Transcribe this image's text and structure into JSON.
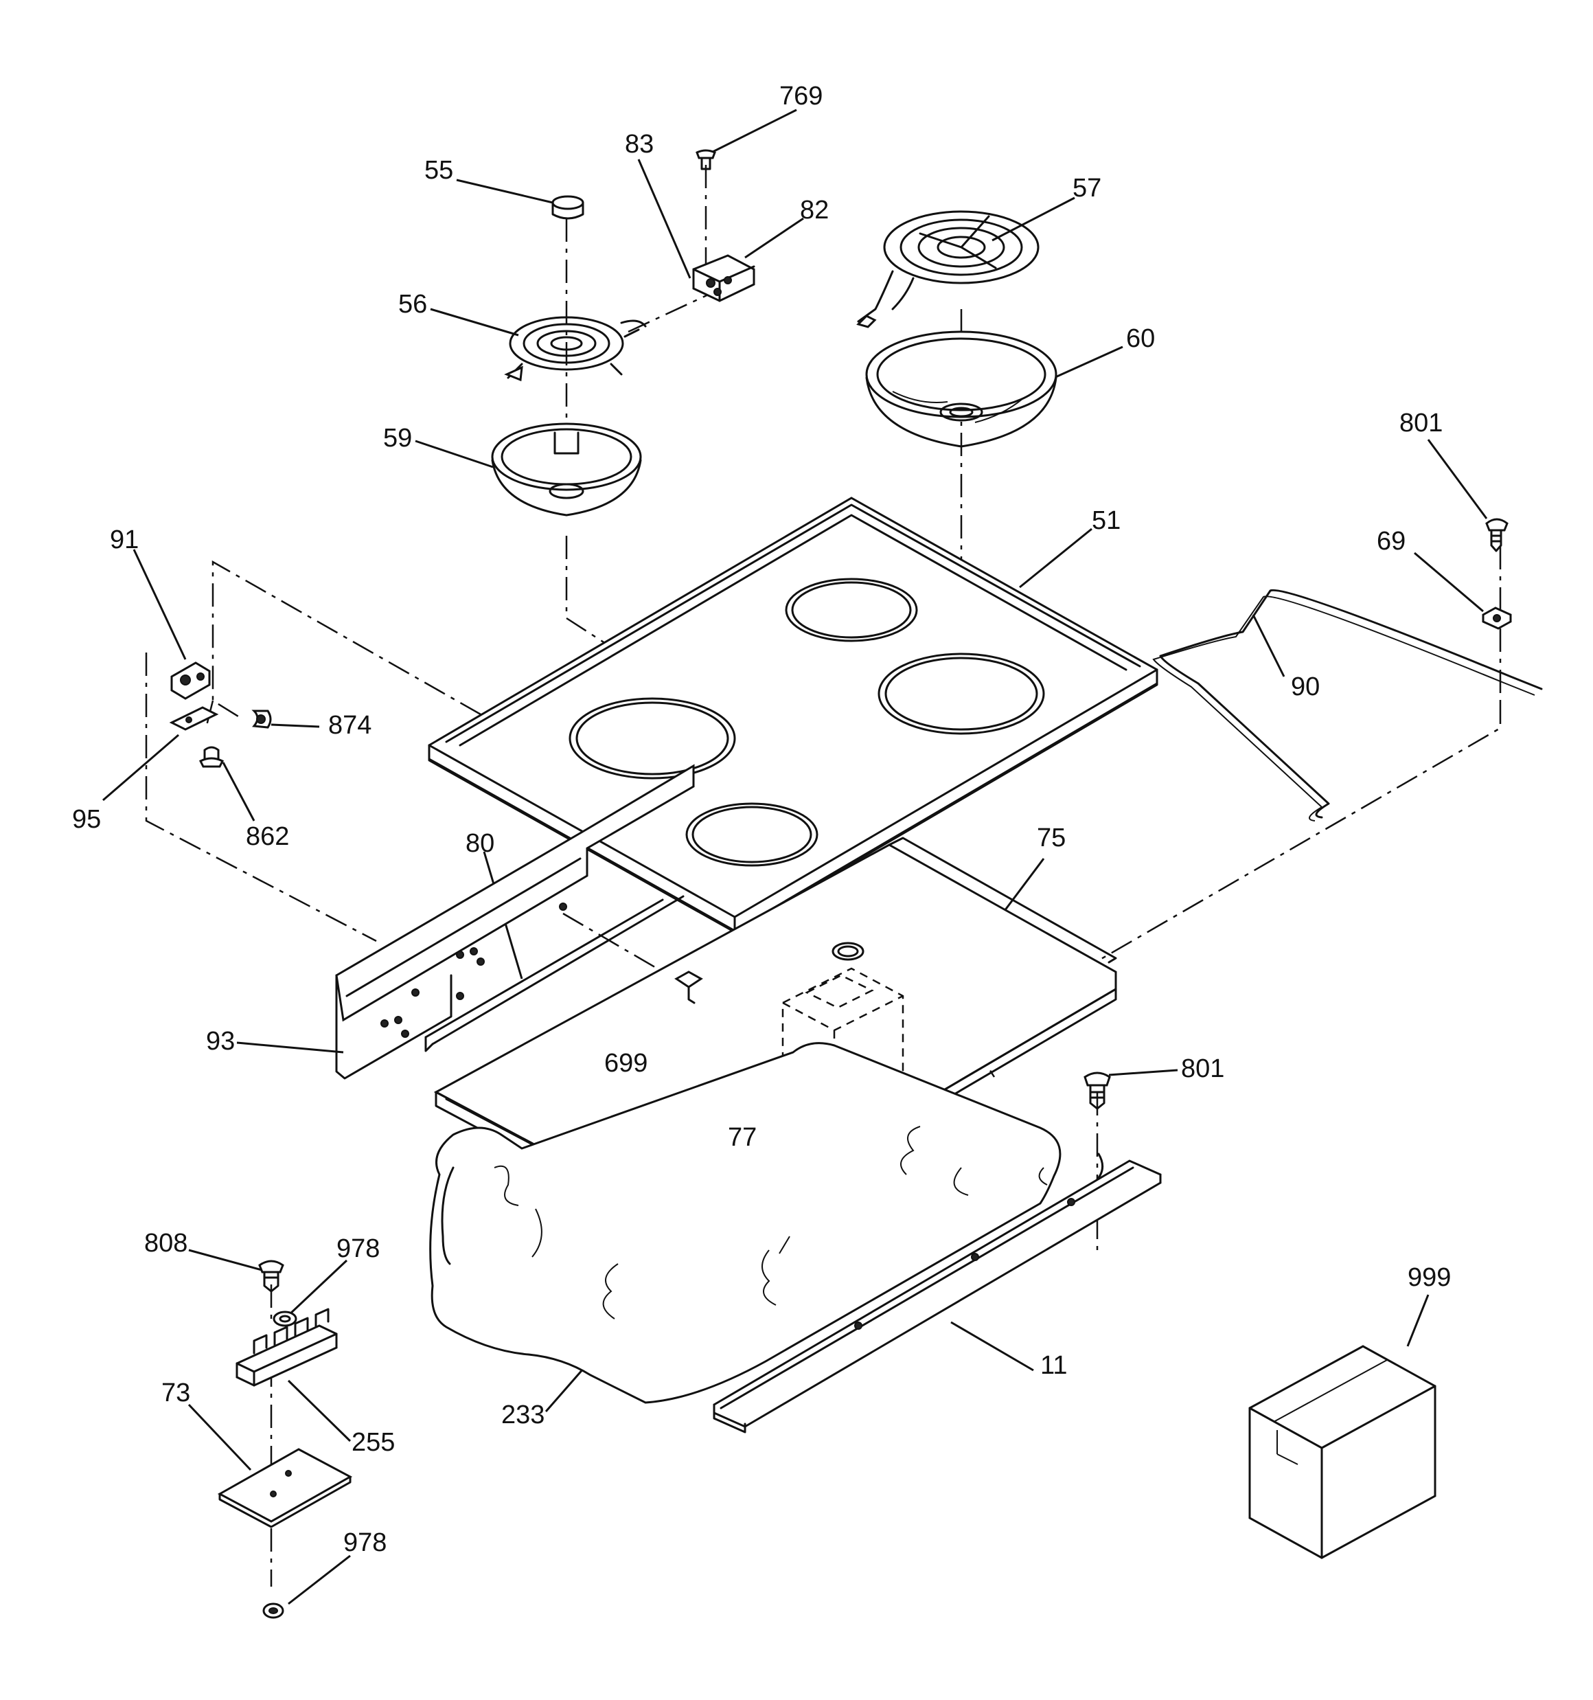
{
  "parts": [
    {
      "ref": "p769",
      "label": "769"
    },
    {
      "ref": "p83",
      "label": "83"
    },
    {
      "ref": "p55",
      "label": "55"
    },
    {
      "ref": "p82",
      "label": "82"
    },
    {
      "ref": "p57",
      "label": "57"
    },
    {
      "ref": "p56",
      "label": "56"
    },
    {
      "ref": "p60",
      "label": "60"
    },
    {
      "ref": "p59",
      "label": "59"
    },
    {
      "ref": "p801a",
      "label": "801"
    },
    {
      "ref": "p51",
      "label": "51"
    },
    {
      "ref": "p91",
      "label": "91"
    },
    {
      "ref": "p69",
      "label": "69"
    },
    {
      "ref": "p90",
      "label": "90"
    },
    {
      "ref": "p874",
      "label": "874"
    },
    {
      "ref": "p95",
      "label": "95"
    },
    {
      "ref": "p862",
      "label": "862"
    },
    {
      "ref": "p80",
      "label": "80"
    },
    {
      "ref": "p75",
      "label": "75"
    },
    {
      "ref": "p93",
      "label": "93"
    },
    {
      "ref": "p699",
      "label": "699"
    },
    {
      "ref": "p801b",
      "label": "801"
    },
    {
      "ref": "p77",
      "label": "77"
    },
    {
      "ref": "p808",
      "label": "808"
    },
    {
      "ref": "p978a",
      "label": "978"
    },
    {
      "ref": "p999",
      "label": "999"
    },
    {
      "ref": "p11",
      "label": "11"
    },
    {
      "ref": "p73",
      "label": "73"
    },
    {
      "ref": "p255",
      "label": "255"
    },
    {
      "ref": "p233",
      "label": "233"
    },
    {
      "ref": "p978b",
      "label": "978"
    }
  ]
}
